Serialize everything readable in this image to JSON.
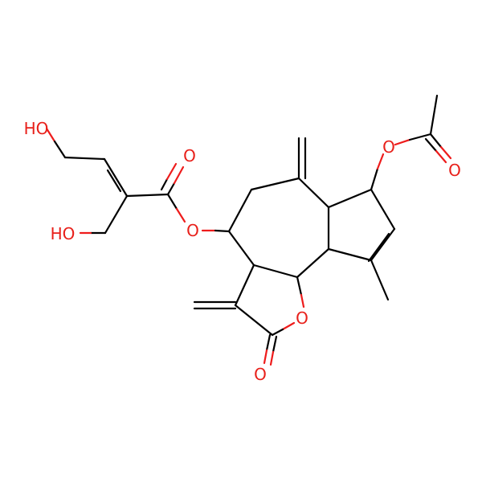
{
  "structure": {
    "colors": {
      "bond": "#000000",
      "heteroatom_O": "#e8201a"
    },
    "atom_labels": {
      "ho_top": "HO",
      "ho_lower": "HO",
      "ester_carbonyl_o": "O",
      "ester_link_o": "O",
      "lactone_ring_o": "O",
      "lactone_carbonyl_o": "O",
      "acetoxy_o": "O",
      "acetyl_carbonyl_o": "O"
    }
  }
}
